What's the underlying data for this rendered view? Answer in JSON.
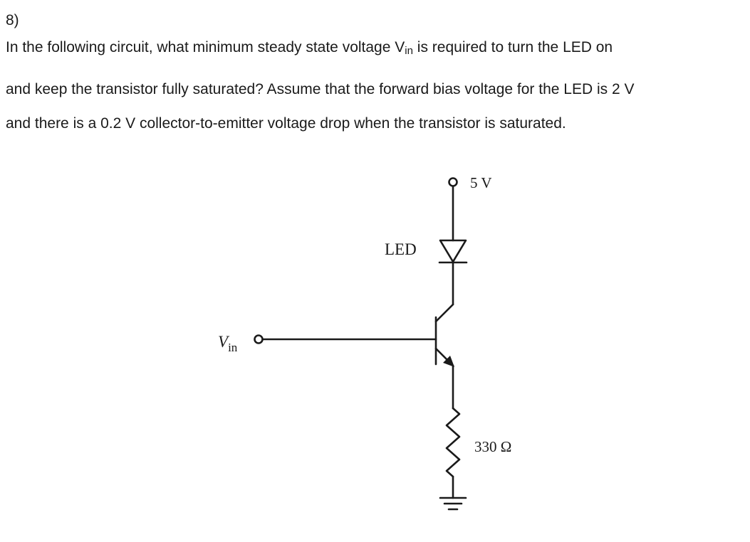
{
  "question": {
    "number": "8)",
    "line1_before": "In the following circuit, what minimum steady state voltage ",
    "line1_var": "V",
    "line1_sub": "in",
    "line1_after": " is required to turn the LED on",
    "line2": "and keep the transistor fully saturated? Assume that the forward bias voltage for the LED is 2 V",
    "line3": "and there is a 0.2 V collector-to-emitter voltage drop when the transistor is saturated."
  },
  "circuit": {
    "supply_label": "5 V",
    "led_label": "LED",
    "vin_label": "V",
    "vin_sub": "in",
    "resistor_label": "330 Ω"
  }
}
